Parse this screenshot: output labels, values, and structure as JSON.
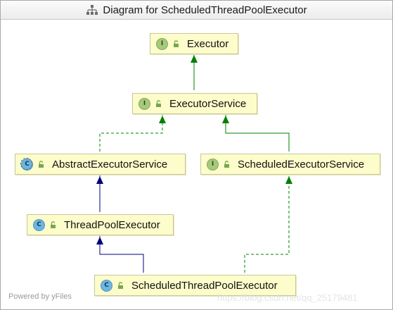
{
  "window": {
    "title": "Diagram for ScheduledThreadPoolExecutor"
  },
  "nodes": {
    "executor": {
      "label": "Executor",
      "kind": "I"
    },
    "executor_service": {
      "label": "ExecutorService",
      "kind": "I"
    },
    "abstract_executor_service": {
      "label": "AbstractExecutorService",
      "kind": "C"
    },
    "scheduled_executor_service": {
      "label": "ScheduledExecutorService",
      "kind": "I"
    },
    "thread_pool_executor": {
      "label": "ThreadPoolExecutor",
      "kind": "C"
    },
    "scheduled_thread_pool_executor": {
      "label": "ScheduledThreadPoolExecutor",
      "kind": "C"
    }
  },
  "edges": {
    "interface_inheritance_color": "#008000",
    "class_inheritance_color": "#000080"
  },
  "footer": {
    "powered_by": "Powered by yFiles"
  },
  "watermark": "https://blog.csdn.net/qq_25179481"
}
